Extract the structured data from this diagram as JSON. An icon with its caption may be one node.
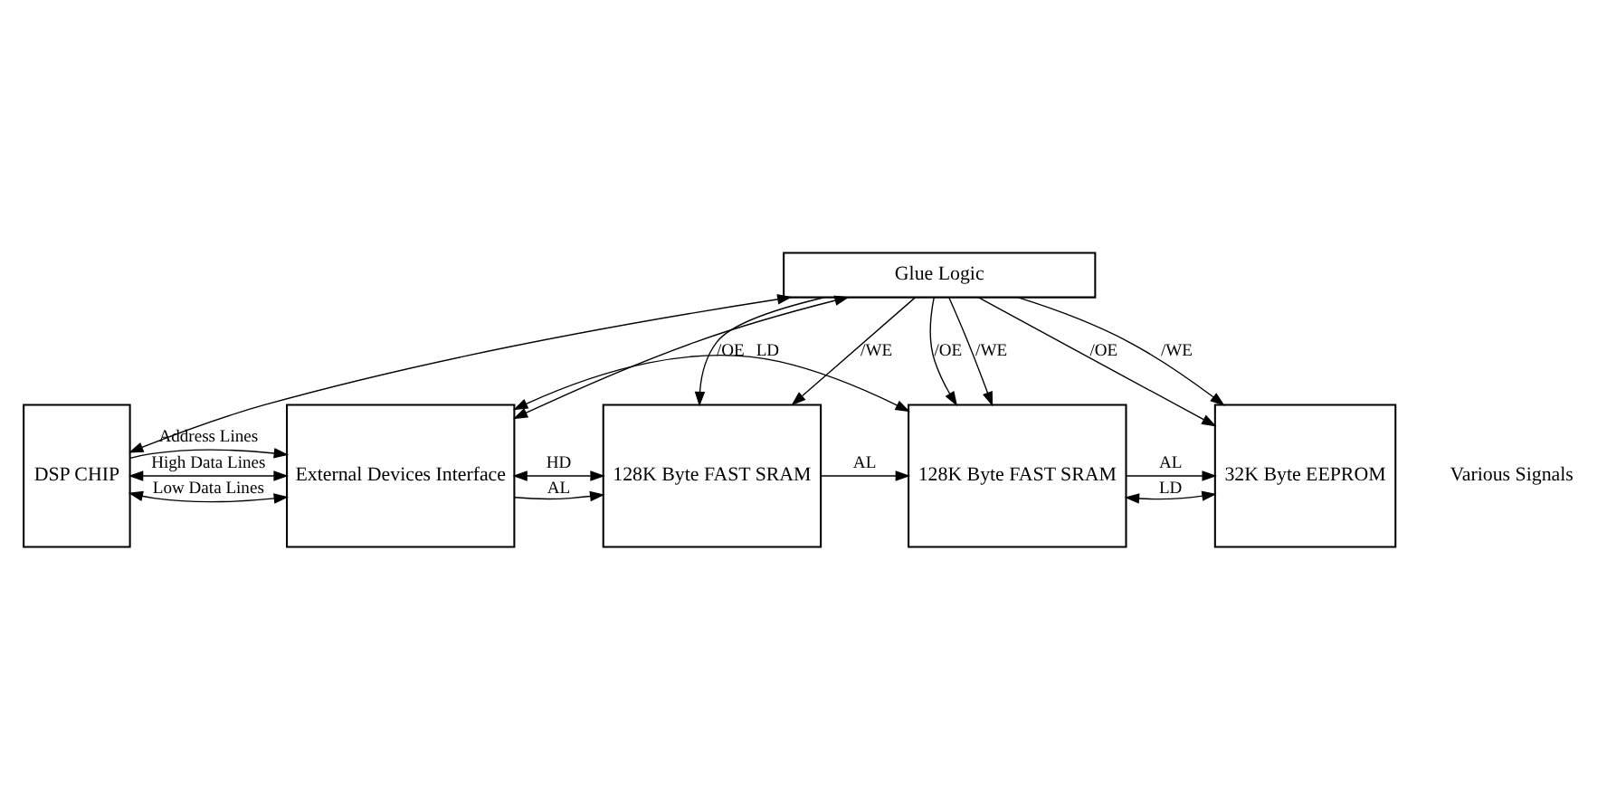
{
  "diagram": {
    "nodes": [
      {
        "text": [
          "Glue Logic"
        ]
      },
      {
        "text": [
          "DSP CHIP"
        ]
      },
      {
        "text": [
          "External Devices Interface"
        ]
      },
      {
        "text": [
          "128K Byte FAST SRAM"
        ]
      },
      {
        "text": [
          "128K Byte FAST SRAM"
        ]
      },
      {
        "text": [
          "32K Byte EEPROM"
        ]
      }
    ],
    "edges": [
      {
        "from": 0,
        "to": 1,
        "arrow": "both"
      },
      {
        "from": 0,
        "to": 2,
        "arrow": "both"
      },
      {
        "from": 0,
        "to": 3,
        "arrow": "to",
        "label": "/OE"
      },
      {
        "from": 0,
        "to": 3,
        "arrow": "to",
        "label": "/WE"
      },
      {
        "from": 0,
        "to": 4,
        "arrow": "to",
        "label": "/OE"
      },
      {
        "from": 0,
        "to": 4,
        "arrow": "to",
        "label": "/WE"
      },
      {
        "from": 0,
        "to": 5,
        "arrow": "to",
        "label": "/OE"
      },
      {
        "from": 0,
        "to": 5,
        "arrow": "to",
        "label": "/WE"
      },
      {
        "from": 1,
        "to": 2,
        "arrow": "to",
        "label": "Address Lines"
      },
      {
        "from": 1,
        "to": 2,
        "arrow": "both",
        "label": "High Data Lines"
      },
      {
        "from": 1,
        "to": 2,
        "arrow": "both",
        "label": "Low Data Lines"
      },
      {
        "from": 2,
        "to": 3,
        "arrow": "to",
        "label": "AL"
      },
      {
        "from": 2,
        "to": 3,
        "arrow": "both",
        "label": "HD"
      },
      {
        "from": 2,
        "to": 4,
        "arrow": "both",
        "label": "LD"
      },
      {
        "from": 3,
        "to": 4,
        "arrow": "to",
        "label": "AL"
      },
      {
        "from": 4,
        "to": 5,
        "arrow": "to",
        "label": "AL"
      },
      {
        "from": 4,
        "to": 5,
        "arrow": "both",
        "label": "LD"
      }
    ],
    "labels": [
      "Various Signals"
    ]
  }
}
